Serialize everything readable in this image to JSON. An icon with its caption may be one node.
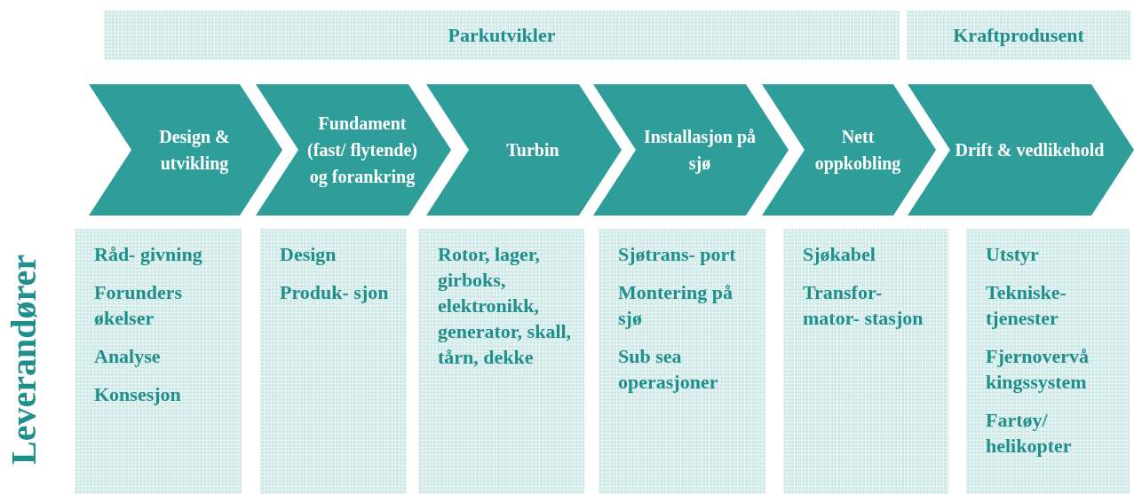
{
  "diagram": {
    "nodes": [
      {
        "text": [
          "Parkutvikler"
        ]
      },
      {
        "text": [
          "Kraftprodusent"
        ]
      },
      {
        "text": [
          "Design & utvikling"
        ]
      },
      {
        "text": [
          "Fundament (fast/ flytende) og forankring"
        ]
      },
      {
        "text": [
          "Turbin"
        ]
      },
      {
        "text": [
          "Installasjon på sjø"
        ]
      },
      {
        "text": [
          "Nett oppkobling"
        ]
      },
      {
        "text": [
          "Drift & vedlikehold"
        ]
      },
      {
        "text": [
          "Råd- givning",
          "Forunders økelser",
          "Analyse",
          "Konsesjon"
        ]
      },
      {
        "text": [
          "Design",
          "Produk- sjon"
        ]
      },
      {
        "text": [
          "Rotor, lager, girboks, elektronikk, generator, skall, tårn, dekke"
        ]
      },
      {
        "text": [
          "Sjøtrans- port",
          "Montering på sjø",
          "Sub sea operasjoner"
        ]
      },
      {
        "text": [
          "Sjøkabel",
          "Transfor- mator- stasjon"
        ]
      },
      {
        "text": [
          "Utstyr",
          "Tekniske- tjenester",
          "Fjernovervå kingssystem",
          "Fartøy/ helikopter"
        ]
      }
    ],
    "labels": [
      "Leverandører"
    ]
  }
}
